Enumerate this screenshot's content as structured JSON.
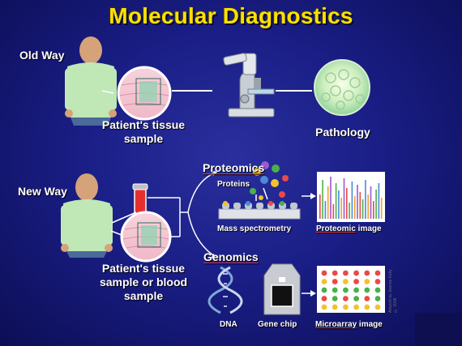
{
  "title": "Molecular Diagnostics",
  "old_way": {
    "label": "Old Way",
    "sample_caption": "Patient's tissue sample",
    "pathology_caption": "Pathology"
  },
  "new_way": {
    "label": "New Way",
    "sample_caption": "Patient's tissue sample or blood sample",
    "proteomics": {
      "header": "Proteomics",
      "proteins_label": "Proteins",
      "mass_spec_label": "Mass spectrometry",
      "image_label_underlined": "Proteomic",
      "image_label_rest": " image"
    },
    "genomics": {
      "header": "Genomics",
      "dna_label": "DNA",
      "chip_label": "Gene chip",
      "image_label_underlined": "Microarray",
      "image_label_rest": " image"
    }
  },
  "credit_text": "Artwork by Jeanne Kelly © 2006",
  "colors": {
    "title": "#ffe000",
    "underline": "#e0303a",
    "background": "#1a1e86"
  }
}
